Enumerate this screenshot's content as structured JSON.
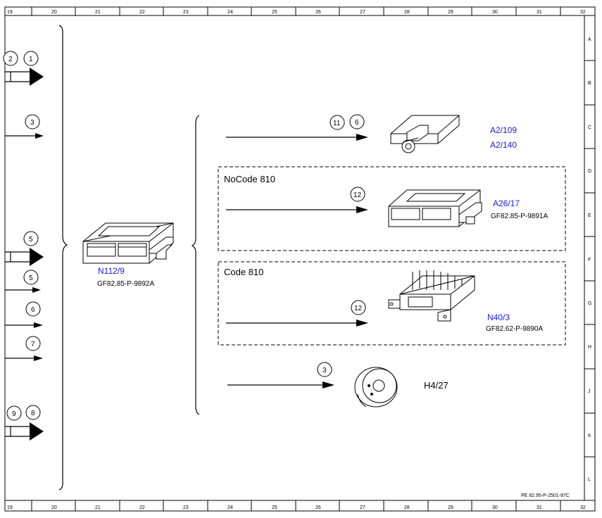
{
  "grid": {
    "columns": [
      "19",
      "20",
      "21",
      "22",
      "23",
      "24",
      "25",
      "26",
      "27",
      "28",
      "29",
      "30",
      "31",
      "32"
    ],
    "rows": [
      "A",
      "B",
      "C",
      "D",
      "E",
      "F",
      "G",
      "H",
      "J",
      "K",
      "L"
    ]
  },
  "refs": {
    "r1": "1",
    "r2": "2",
    "r3": "3",
    "r5a": "5",
    "r5b": "5",
    "r6": "6",
    "r7": "7",
    "r8": "8",
    "r9": "9",
    "c11": "11",
    "c6": "6",
    "c12a": "12",
    "c12b": "12",
    "c3": "3"
  },
  "components": {
    "main_id": "N112/9",
    "main_ref": "GF82.85-P-9892A",
    "a2_109": "A2/109",
    "a2_140": "A2/140",
    "a26_id": "A26/17",
    "a26_ref": "GF82.85-P-9891A",
    "n40_id": "N40/3",
    "n40_ref": "GF82.62-P-9890A",
    "h4_id": "H4/27"
  },
  "boxes": {
    "no_code_prefix": "No",
    "no_code_label": "Code 810",
    "code_label": "Code 810"
  },
  "footer": {
    "drawing_id": "PE 82.95-P-2501-97C"
  }
}
